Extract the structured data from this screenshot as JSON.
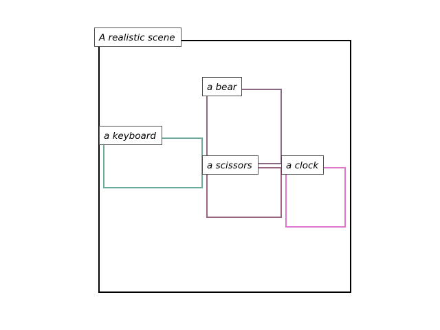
{
  "scene": {
    "title": "A realistic scene",
    "frame_color": "#000000",
    "objects": [
      {
        "id": "bear",
        "label": "a bear",
        "color": "#8a6a82"
      },
      {
        "id": "keyboard",
        "label": "a keyboard",
        "color": "#6aab9c"
      },
      {
        "id": "scissors",
        "label": "a scissors",
        "color": "#9a6480"
      },
      {
        "id": "clock",
        "label": "a clock",
        "color": "#dd77cc"
      }
    ]
  }
}
